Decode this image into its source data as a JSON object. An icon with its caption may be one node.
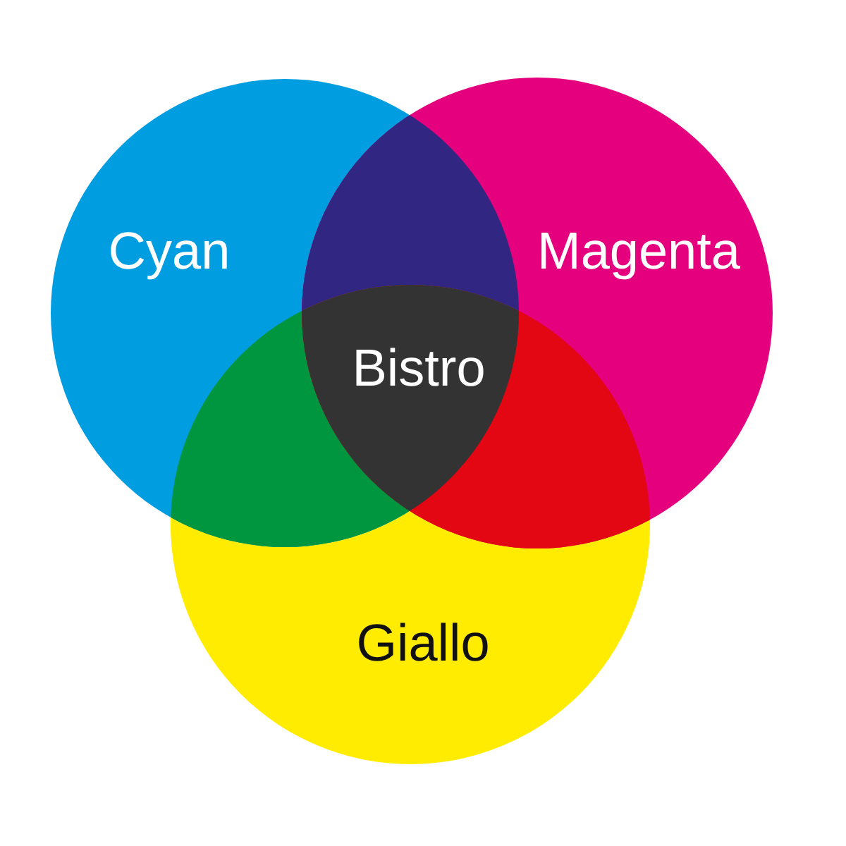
{
  "diagram": {
    "nodes": [
      {
        "text": [
          "Cyan"
        ]
      },
      {
        "text": [
          "Magenta"
        ]
      },
      {
        "text": [
          "Bistro"
        ]
      },
      {
        "text": [
          "Giallo"
        ]
      }
    ],
    "edges": []
  }
}
